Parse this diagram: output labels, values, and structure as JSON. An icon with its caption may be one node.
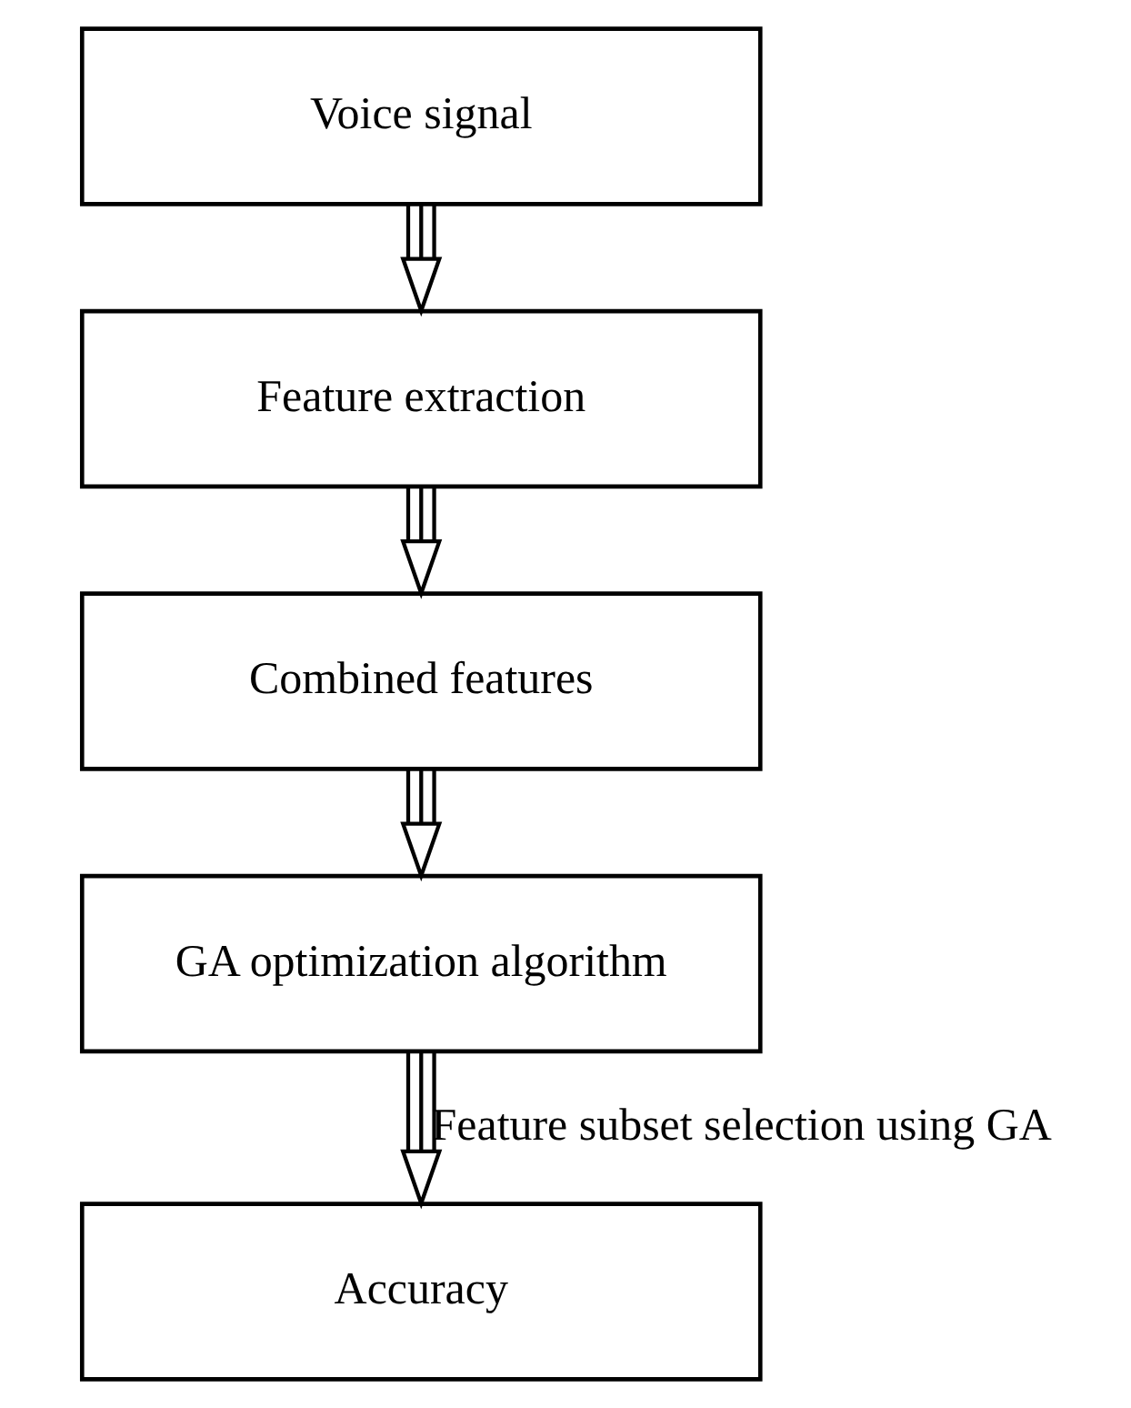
{
  "diagram": {
    "nodes": [
      {
        "text": [
          "Voice signal"
        ]
      },
      {
        "text": [
          "Feature extraction"
        ]
      },
      {
        "text": [
          "Combined features"
        ]
      },
      {
        "text": [
          "GA optimization algorithm"
        ]
      },
      {
        "text": [
          "Accuracy"
        ]
      }
    ],
    "edges": [
      {
        "from": 0,
        "to": 1,
        "arrow": "to"
      },
      {
        "from": 1,
        "to": 2,
        "arrow": "to"
      },
      {
        "from": 2,
        "to": 3,
        "arrow": "to"
      },
      {
        "from": 3,
        "to": 4,
        "arrow": "to",
        "label": "Feature subset selection using GA"
      }
    ]
  }
}
